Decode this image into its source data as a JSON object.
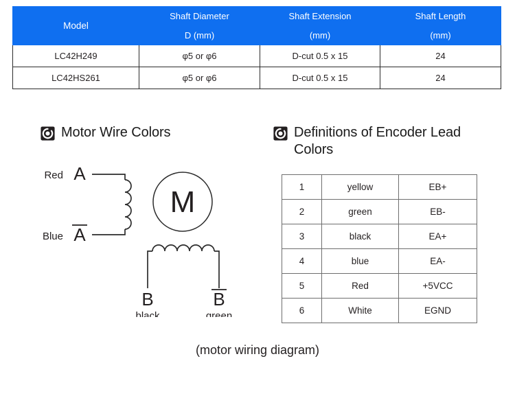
{
  "spec_table": {
    "name": "shaft-specifications",
    "accent_color": "#0f6ff0",
    "header_text_color": "#ffffff",
    "headers": {
      "model": "Model",
      "shaft_diameter": "Shaft Diameter",
      "shaft_extension": "Shaft Extension",
      "shaft_length": "Shaft Length"
    },
    "units": {
      "shaft_diameter": "D (mm)",
      "shaft_extension": "(mm)",
      "shaft_length": "(mm)"
    },
    "rows": [
      {
        "model": "LC42H249",
        "shaft_diameter": "φ5 or φ6",
        "shaft_extension": "D-cut 0.5 x 15",
        "shaft_length": "24"
      },
      {
        "model": "LC42HS261",
        "shaft_diameter": "φ5 or φ6",
        "shaft_extension": "D-cut 0.5 x 15",
        "shaft_length": "24"
      }
    ]
  },
  "motor_section": {
    "icon": "target-ring-icon",
    "title": "Motor Wire Colors",
    "diagram": {
      "motor_label": "M",
      "terminals": {
        "a_label": "A",
        "a_bar_label": "A",
        "b_label": "B",
        "b_bar_label": "B"
      },
      "wire_colors": {
        "a": "Red",
        "a_bar": "Blue",
        "b": "black",
        "b_bar": "green"
      }
    }
  },
  "encoder_section": {
    "icon": "target-ring-icon",
    "title": "Definitions of Encoder Lead Colors",
    "table": {
      "rows": [
        {
          "pin": "1",
          "color": "yellow",
          "signal": "EB+"
        },
        {
          "pin": "2",
          "color": "green",
          "signal": "EB-"
        },
        {
          "pin": "3",
          "color": "black",
          "signal": "EA+"
        },
        {
          "pin": "4",
          "color": "blue",
          "signal": "EA-"
        },
        {
          "pin": "5",
          "color": "Red",
          "signal": "+5VCC"
        },
        {
          "pin": "6",
          "color": "White",
          "signal": "EGND"
        }
      ]
    }
  },
  "caption": "(motor wiring diagram)"
}
